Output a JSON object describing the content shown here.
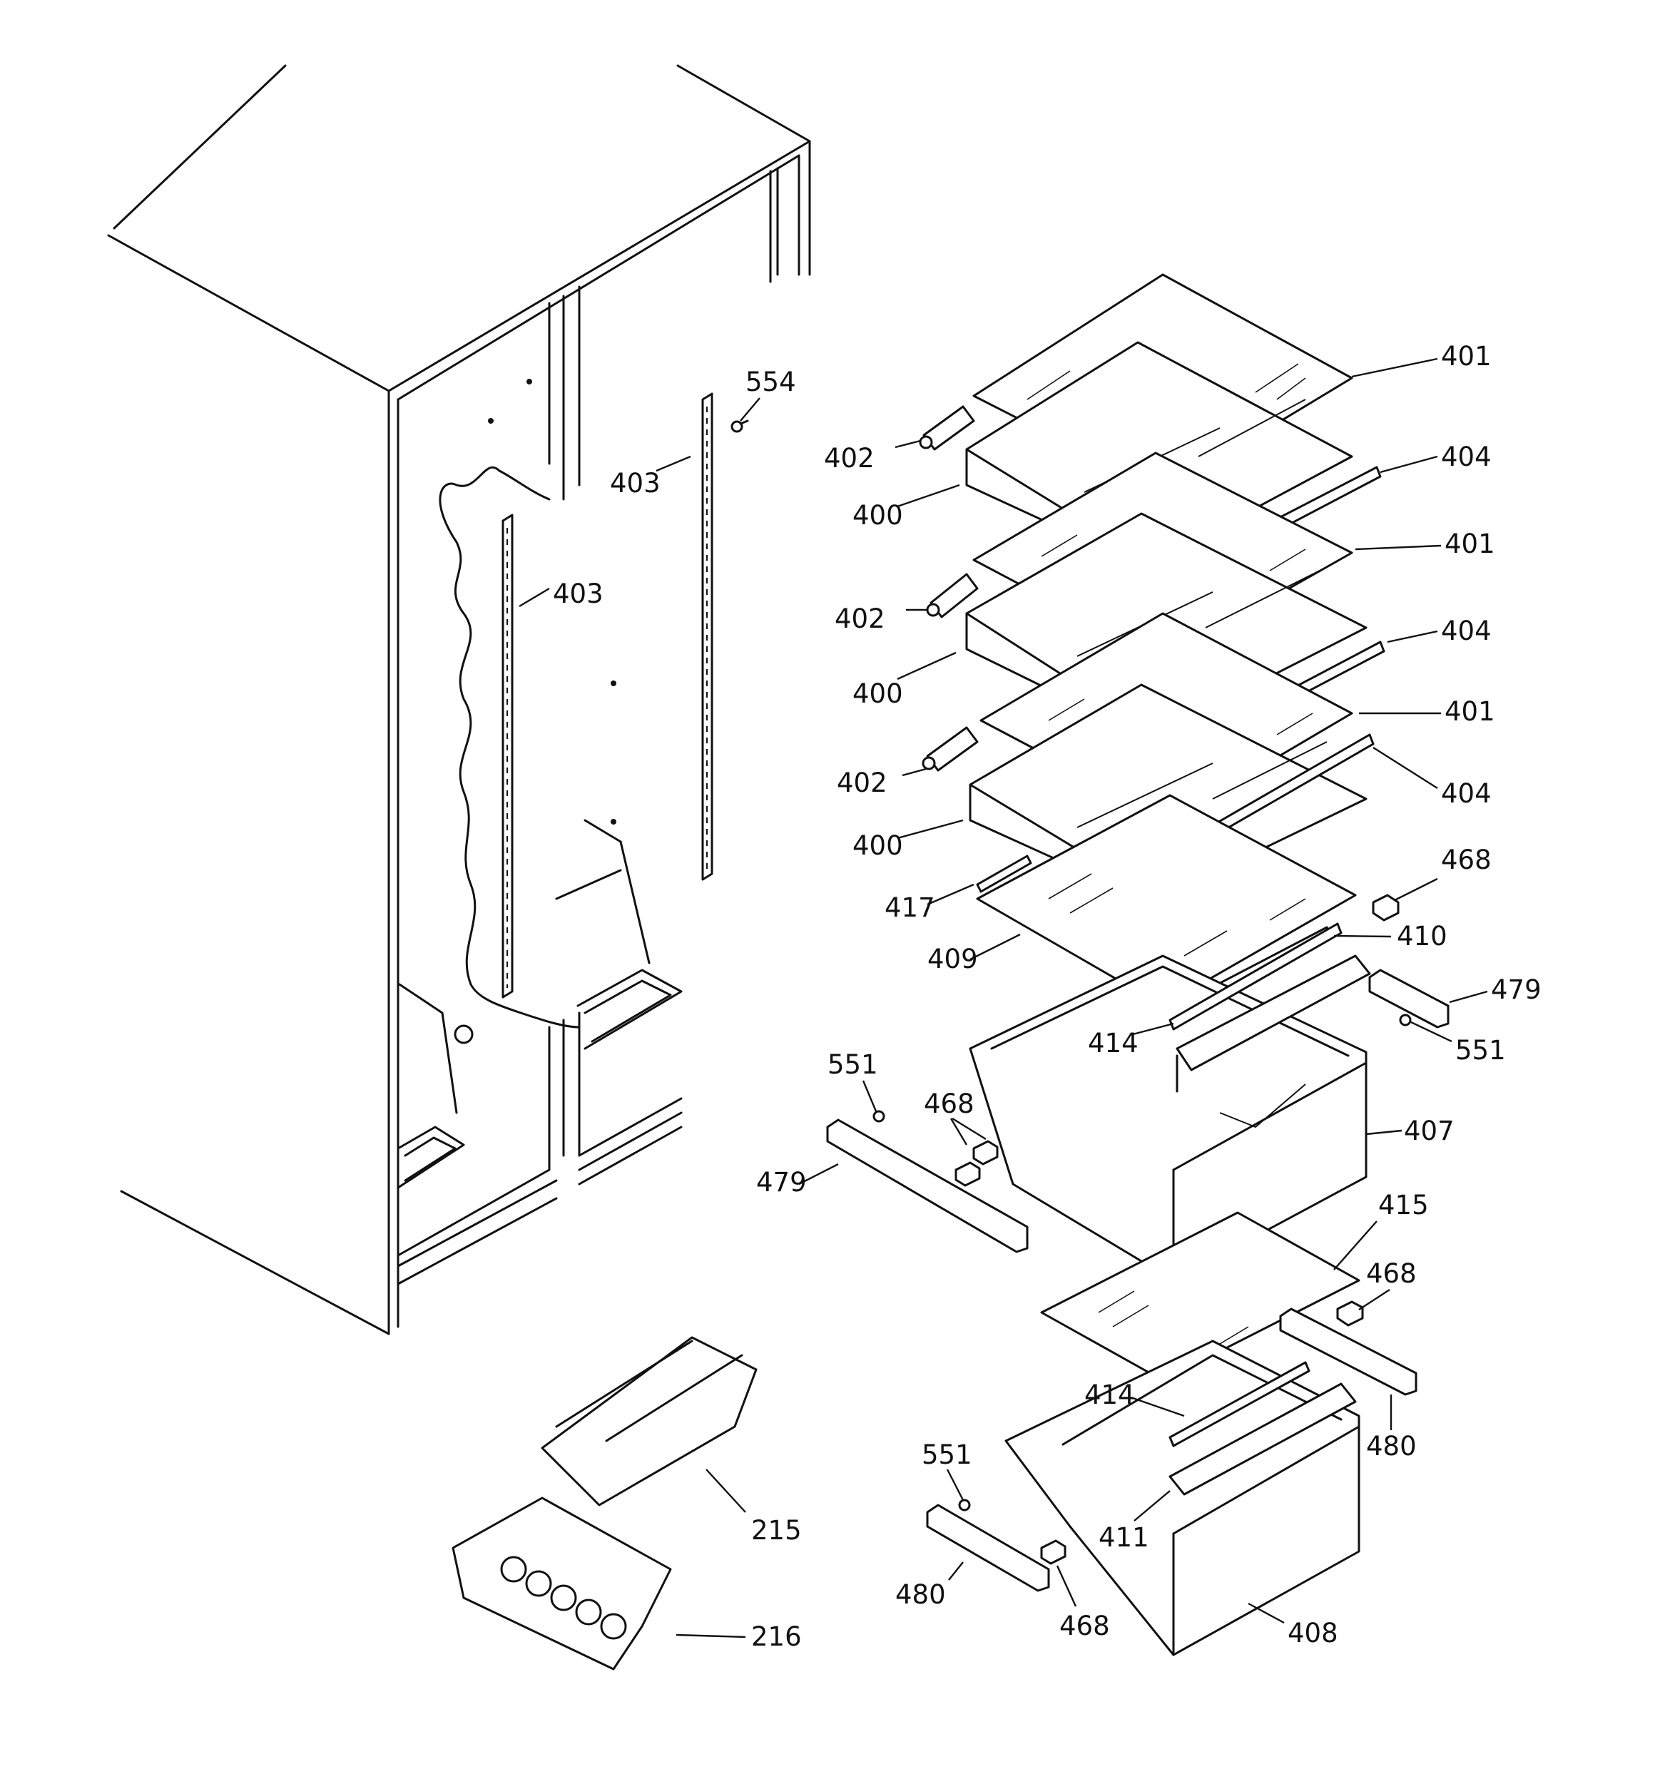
{
  "callouts": {
    "c_554": "554",
    "c_403a": "403",
    "c_403b": "403",
    "c_401a": "401",
    "c_402a": "402",
    "c_404a": "404",
    "c_400a": "400",
    "c_401b": "401",
    "c_402b": "402",
    "c_404b": "404",
    "c_400b": "400",
    "c_401c": "401",
    "c_402c": "402",
    "c_404c": "404",
    "c_400c": "400",
    "c_468a": "468",
    "c_417": "417",
    "c_410": "410",
    "c_409": "409",
    "c_479a": "479",
    "c_414a": "414",
    "c_551a": "551",
    "c_551b": "551",
    "c_468b": "468",
    "c_407": "407",
    "c_479b": "479",
    "c_415": "415",
    "c_468c": "468",
    "c_414b": "414",
    "c_480a": "480",
    "c_551c": "551",
    "c_411": "411",
    "c_480b": "480",
    "c_468d": "468",
    "c_408": "408",
    "c_215": "215",
    "c_216": "216"
  }
}
